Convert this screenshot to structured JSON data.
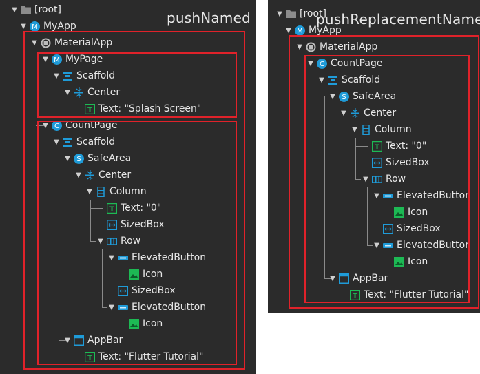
{
  "colors": {
    "panel_bg": "#2b2b2b",
    "text": "#e6e6e6",
    "highlight_border": "#e0222a",
    "accent_blue": "#1f9bd8",
    "text_icon_green": "#1db954"
  },
  "left_panel": {
    "caption": "pushNamed",
    "tree": [
      {
        "label": "[root]",
        "icon": "folder-icon"
      },
      {
        "label": "MyApp",
        "icon": "stateless-widget-icon"
      },
      {
        "label": "MaterialApp",
        "icon": "material-app-icon"
      },
      {
        "label": "MyPage",
        "icon": "stateless-widget-icon"
      },
      {
        "label": "Scaffold",
        "icon": "scaffold-icon"
      },
      {
        "label": "Center",
        "icon": "center-icon"
      },
      {
        "label": "Text: \"Splash Screen\"",
        "icon": "text-widget-icon"
      },
      {
        "label": "CountPage",
        "icon": "stateful-widget-icon"
      },
      {
        "label": "Scaffold",
        "icon": "scaffold-icon"
      },
      {
        "label": "SafeArea",
        "icon": "safe-area-icon"
      },
      {
        "label": "Center",
        "icon": "center-icon"
      },
      {
        "label": "Column",
        "icon": "column-icon"
      },
      {
        "label": "Text: \"0\"",
        "icon": "text-widget-icon"
      },
      {
        "label": "SizedBox",
        "icon": "sized-box-icon"
      },
      {
        "label": "Row",
        "icon": "row-icon"
      },
      {
        "label": "ElevatedButton",
        "icon": "button-icon"
      },
      {
        "label": "Icon",
        "icon": "image-icon"
      },
      {
        "label": "SizedBox",
        "icon": "sized-box-icon"
      },
      {
        "label": "ElevatedButton",
        "icon": "button-icon"
      },
      {
        "label": "Icon",
        "icon": "image-icon"
      },
      {
        "label": "AppBar",
        "icon": "app-bar-icon"
      },
      {
        "label": "Text: \"Flutter Tutorial\"",
        "icon": "text-widget-icon"
      }
    ]
  },
  "right_panel": {
    "caption": "pushReplacementNamed",
    "tree": [
      {
        "label": "[root]",
        "icon": "folder-icon"
      },
      {
        "label": "MyApp",
        "icon": "stateless-widget-icon"
      },
      {
        "label": "MaterialApp",
        "icon": "material-app-icon"
      },
      {
        "label": "CountPage",
        "icon": "stateful-widget-icon"
      },
      {
        "label": "Scaffold",
        "icon": "scaffold-icon"
      },
      {
        "label": "SafeArea",
        "icon": "safe-area-icon"
      },
      {
        "label": "Center",
        "icon": "center-icon"
      },
      {
        "label": "Column",
        "icon": "column-icon"
      },
      {
        "label": "Text: \"0\"",
        "icon": "text-widget-icon"
      },
      {
        "label": "SizedBox",
        "icon": "sized-box-icon"
      },
      {
        "label": "Row",
        "icon": "row-icon"
      },
      {
        "label": "ElevatedButton",
        "icon": "button-icon"
      },
      {
        "label": "Icon",
        "icon": "image-icon"
      },
      {
        "label": "SizedBox",
        "icon": "sized-box-icon"
      },
      {
        "label": "ElevatedButton",
        "icon": "button-icon"
      },
      {
        "label": "Icon",
        "icon": "image-icon"
      },
      {
        "label": "AppBar",
        "icon": "app-bar-icon"
      },
      {
        "label": "Text: \"Flutter Tutorial\"",
        "icon": "text-widget-icon"
      }
    ]
  }
}
